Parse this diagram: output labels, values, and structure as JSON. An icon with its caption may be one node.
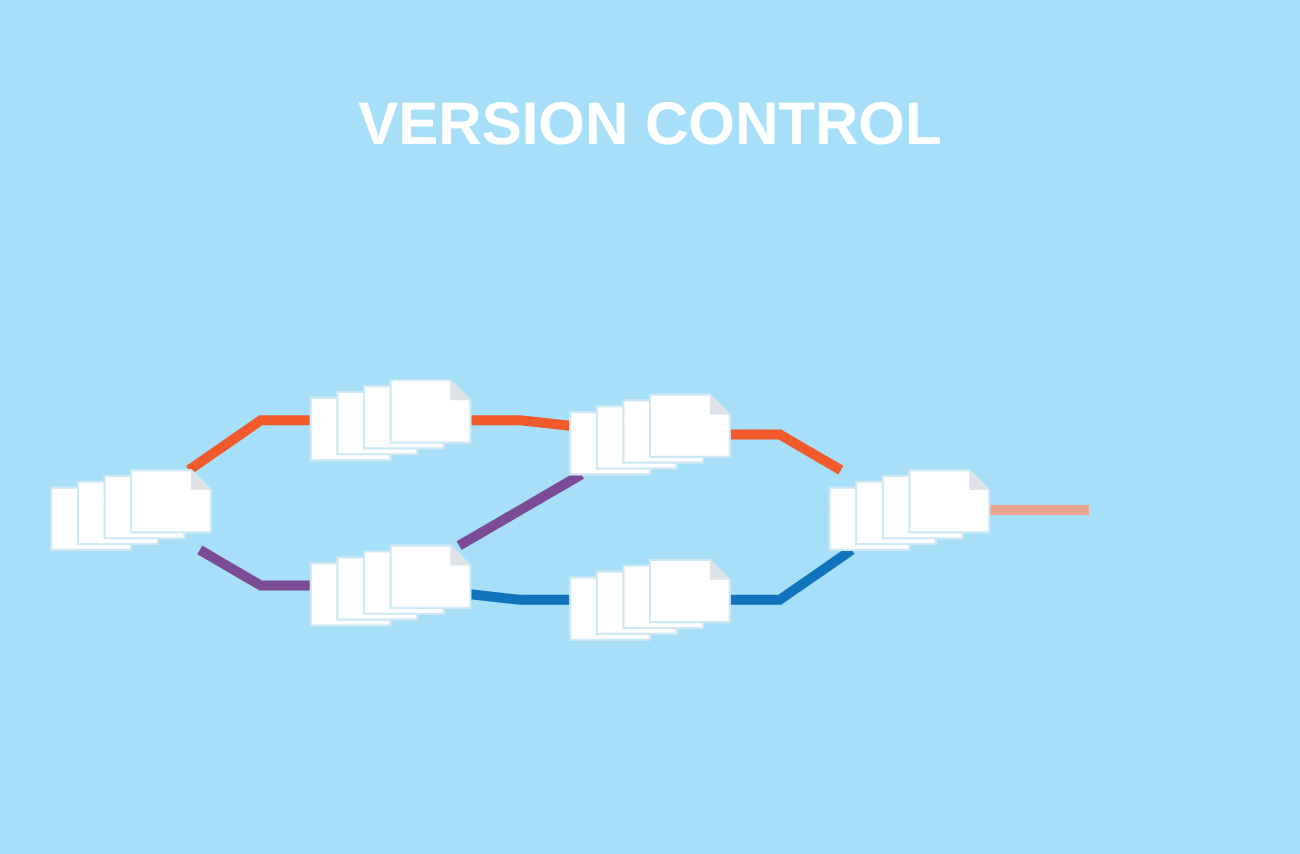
{
  "diagram": {
    "title": "VERSION CONTROL",
    "nodes": [
      {
        "text": [],
        "shape": "picture"
      },
      {
        "text": [],
        "shape": "picture"
      },
      {
        "text": [],
        "shape": "picture"
      },
      {
        "text": [],
        "shape": "picture"
      },
      {
        "text": [],
        "shape": "picture"
      },
      {
        "text": [],
        "shape": "picture"
      }
    ],
    "edges": [
      {
        "from": 0,
        "to": 1,
        "arrow": "none",
        "color": "#f15a2b"
      },
      {
        "from": 1,
        "to": 2,
        "arrow": "none",
        "color": "#f15a2b"
      },
      {
        "from": 2,
        "to": 3,
        "arrow": "none",
        "color": "#f15a2b"
      },
      {
        "from": 3,
        "to": null,
        "arrow": "none",
        "color": "#e9a58c"
      },
      {
        "from": 0,
        "to": 4,
        "arrow": "none",
        "color": "#7b4b98"
      },
      {
        "from": 4,
        "to": 2,
        "arrow": "none",
        "color": "#7b4b98"
      },
      {
        "from": 4,
        "to": 5,
        "arrow": "none",
        "color": "#1273bd"
      },
      {
        "from": 5,
        "to": 3,
        "arrow": "none",
        "color": "#1273bd"
      }
    ]
  }
}
